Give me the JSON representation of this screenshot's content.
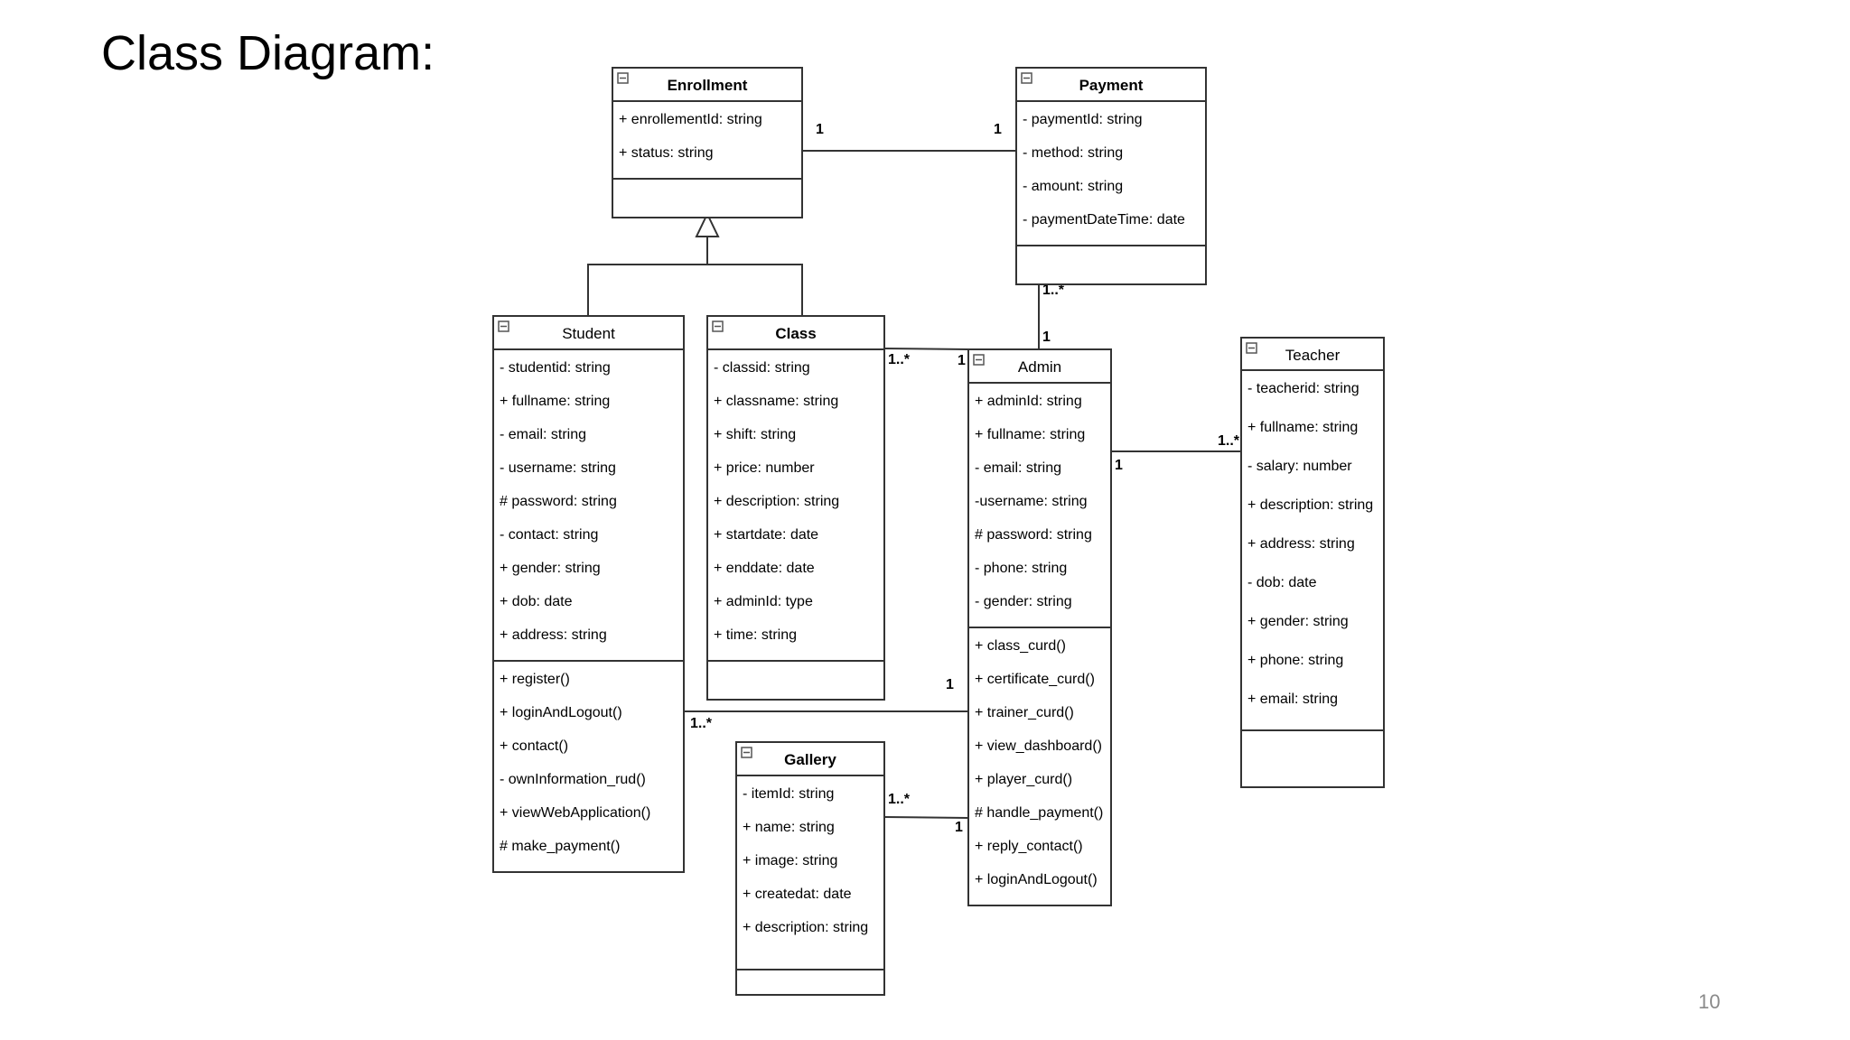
{
  "title": "Class Diagram:",
  "page_number": "10",
  "classes": {
    "enrollment": {
      "name": "Enrollment",
      "attributes": [
        "+ enrollementId: string",
        "+ status: string"
      ],
      "methods": []
    },
    "payment": {
      "name": "Payment",
      "attributes": [
        "- paymentId: string",
        "- method: string",
        "- amount: string",
        "- paymentDateTime: date"
      ],
      "methods": []
    },
    "student": {
      "name": "Student",
      "attributes": [
        "- studentid: string",
        "+ fullname: string",
        "- email: string",
        "- username: string",
        "# password: string",
        "- contact: string",
        "+ gender: string",
        "+ dob: date",
        "+ address: string"
      ],
      "methods": [
        "+ register()",
        "+ loginAndLogout()",
        "+ contact()",
        "- ownInformation_rud()",
        "+ viewWebApplication()",
        "# make_payment()"
      ]
    },
    "class": {
      "name": "Class",
      "attributes": [
        "- classid: string",
        "+ classname: string",
        "+ shift: string",
        "+ price: number",
        "+ description: string",
        "+ startdate: date",
        "+ enddate: date",
        "+ adminId: type",
        "+ time: string"
      ],
      "methods": []
    },
    "admin": {
      "name": "Admin",
      "attributes": [
        "+ adminId: string",
        "+ fullname: string",
        "- email: string",
        "-username: string",
        "# password: string",
        "- phone: string",
        "- gender: string"
      ],
      "methods": [
        "+ class_curd()",
        "+ certificate_curd()",
        "+ trainer_curd()",
        "+ view_dashboard()",
        "+ player_curd()",
        "# handle_payment()",
        "+ reply_contact()",
        "+ loginAndLogout()"
      ]
    },
    "teacher": {
      "name": "Teacher",
      "attributes": [
        "- teacherid: string",
        "+ fullname: string",
        "- salary: number",
        "+ description: string",
        "+ address: string",
        "- dob: date",
        "+ gender: string",
        "+ phone: string",
        "+ email: string"
      ],
      "methods": []
    },
    "gallery": {
      "name": "Gallery",
      "attributes": [
        "- itemId: string",
        "+ name: string",
        "+ image: string",
        "+ createdat: date",
        "+ description: string"
      ],
      "methods": []
    }
  },
  "multiplicities": {
    "enrollment_payment_left": "1",
    "enrollment_payment_right": "1",
    "payment_admin_top": "1..*",
    "payment_admin_bottom": "1",
    "class_admin_left": "1..*",
    "class_admin_right": "1",
    "admin_teacher_left": "1",
    "admin_teacher_right": "1..*",
    "student_admin_left": "1..*",
    "student_admin_right": "1",
    "gallery_admin_left": "1..*",
    "gallery_admin_right": "1"
  }
}
